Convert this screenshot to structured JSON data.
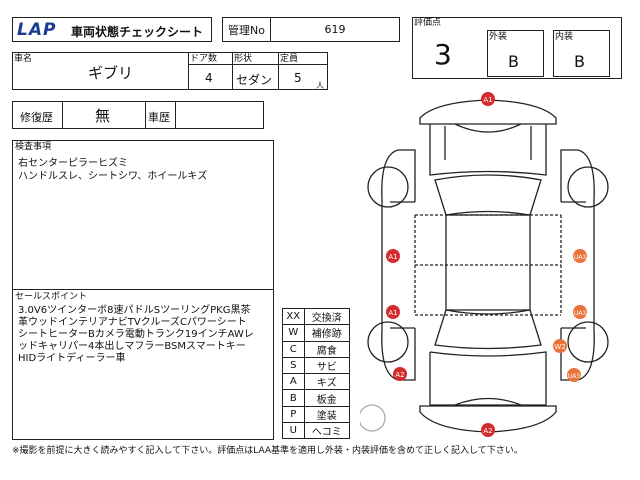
{
  "header": {
    "logo": "LAP",
    "title": "車両状態チェックシート",
    "mgmt_label": "管理No",
    "mgmt_value": "619"
  },
  "vehicle": {
    "name_label": "車名",
    "name_value": "ギブリ",
    "doors_label": "ドア数",
    "doors_value": "4",
    "shape_label": "形状",
    "shape_value": "セダン",
    "capacity_label": "定員",
    "capacity_value": "5",
    "capacity_unit": "人"
  },
  "rating": {
    "score_label": "評価点",
    "score_value": "3",
    "exterior_label": "外装",
    "exterior_value": "B",
    "interior_label": "内装",
    "interior_value": "B"
  },
  "repair": {
    "history_label": "修復歴",
    "history_value": "無",
    "record_label": "車歴",
    "record_value": ""
  },
  "inspection": {
    "label": "検査事項",
    "lines": [
      "右センターピラーヒズミ",
      "ハンドルスレ、シートシワ、ホイールキズ"
    ]
  },
  "sales": {
    "label": "セールスポイント",
    "lines": [
      "3.0V6ツインターボ8速パドルSツーリングPKG黒茶",
      "革ウッドインテリアナビTVクルーズCパワーシート",
      "シートヒーターBカメラ電動トランク19インチAWレ",
      "ッドキャリパー4本出しマフラーBSMスマートキー",
      "HIDライトディーラー車"
    ]
  },
  "legend": [
    {
      "code": "XX",
      "meaning": "交換済"
    },
    {
      "code": "W",
      "meaning": "補修跡"
    },
    {
      "code": "C",
      "meaning": "腐食"
    },
    {
      "code": "S",
      "meaning": "サビ"
    },
    {
      "code": "A",
      "meaning": "キズ"
    },
    {
      "code": "B",
      "meaning": "板金"
    },
    {
      "code": "P",
      "meaning": "塗装"
    },
    {
      "code": "U",
      "meaning": "ヘコミ"
    }
  ],
  "damage_markers": {
    "front": "A1",
    "rear": "A2",
    "left_front_door": "A1",
    "left_rear_door": "A1",
    "left_rear_fender": "A2",
    "right_front_door": "UA3",
    "right_rear_door": "UA3",
    "right_rear_wheel": "W2",
    "right_rear_fender": "UA3",
    "colors": {
      "red": "#d42c2c",
      "orange": "#e8743b"
    }
  },
  "footer": {
    "note": "※撮影を前提に大きく読みやすく記入して下さい。評価点はLAA基準を適用し外装・内装評価を含めて正しく記入して下さい。"
  }
}
